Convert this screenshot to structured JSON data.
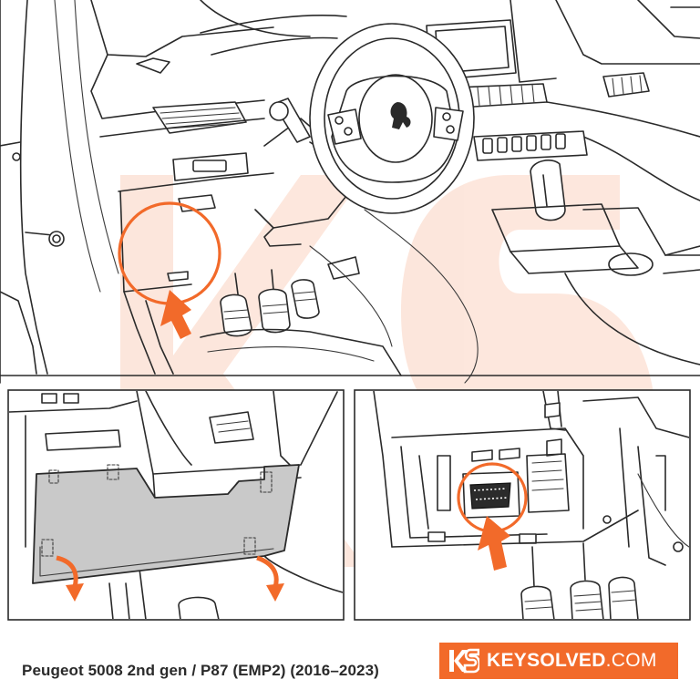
{
  "caption": "Peugeot 5008 2nd gen / P87 (EMP2) (2016–2023)",
  "brand": {
    "name": "KEYSOLVED",
    "domain": ".COM",
    "logo_icon": "ks-logo-icon",
    "background": "#f26a2a"
  },
  "colors": {
    "accent": "#f26a2a",
    "line": "#2a2a2a",
    "panel_fill": "#c9c9c9"
  },
  "panels": [
    {
      "name": "main-interior-view",
      "icons": [
        "steering-wheel-icon",
        "peugeot-lion-icon",
        "pedal-icon",
        "highlight-circle-icon",
        "arrow-up-icon"
      ]
    },
    {
      "name": "trim-panel-removal-view",
      "icons": [
        "trim-panel-icon",
        "curved-arrow-down-icon"
      ]
    },
    {
      "name": "obd-port-view",
      "icons": [
        "obd-connector-icon",
        "highlight-circle-icon",
        "arrow-up-icon",
        "pedal-icon"
      ]
    }
  ]
}
